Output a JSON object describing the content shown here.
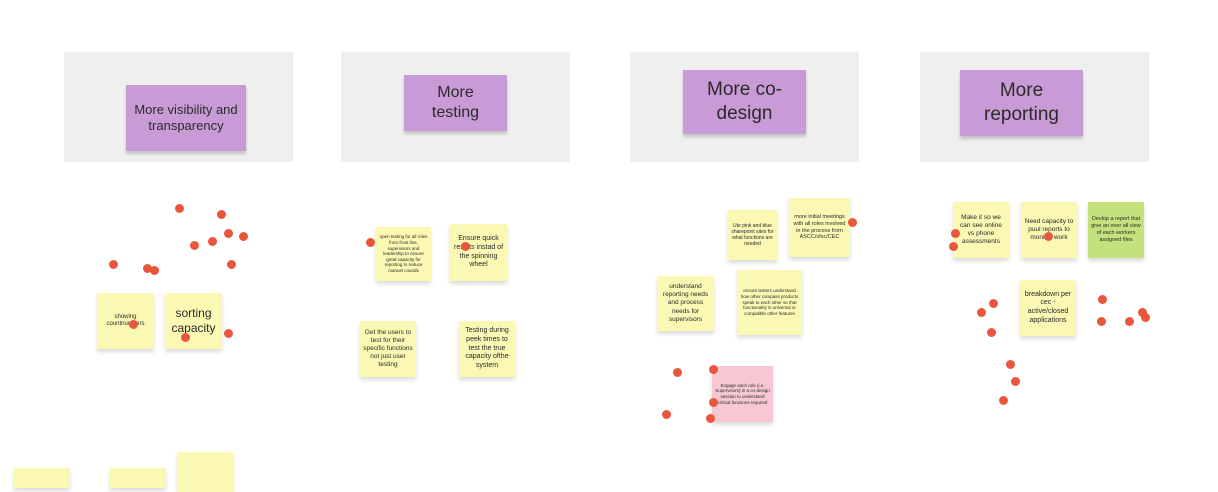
{
  "colors": {
    "frame": "#efefef",
    "header_note": "#c99bd6",
    "sticky_yellow": "#fbf8b4",
    "sticky_green": "#c3e27d",
    "sticky_pink": "#f7c8d2",
    "vote_dot": "#e8563c"
  },
  "columns": [
    {
      "title": "More visibility and transparency",
      "notes": [
        "showing countnumbers",
        "sorting capacity"
      ]
    },
    {
      "title": "More testing",
      "notes": [
        "open testing for all roles from front line, supervisors and leadership to ensure great capacity for reporting to reduce manuel counds",
        "Ensure quick results instad of the spinning wheel",
        "Get the users to test for their specific functions not just user testing",
        "Testing during peek times to test the true capacity ofthe system"
      ]
    },
    {
      "title": "More co-design",
      "notes": [
        "Ute pink and blue sharepoint sites for what functions are needed",
        "more initial meetings with all roles involved in the process from ASCC/sfsc/CEC",
        "understand reporting needs and process needs for supervisors",
        "ensure testers understand how other compass products speak to each other so that functionality is universal or compatible other features",
        "Engage each role (i.e. Supervisors) in a co-design session to understand critical functions required"
      ]
    },
    {
      "title": "More reporting",
      "notes": [
        "Make it so we can see online vs phone assessments",
        "Need capacity to puul reports to monitor work",
        "Devlop a report that give an over all view of each workers assigned files",
        "breakdown per cec - active/closed applications"
      ]
    }
  ]
}
